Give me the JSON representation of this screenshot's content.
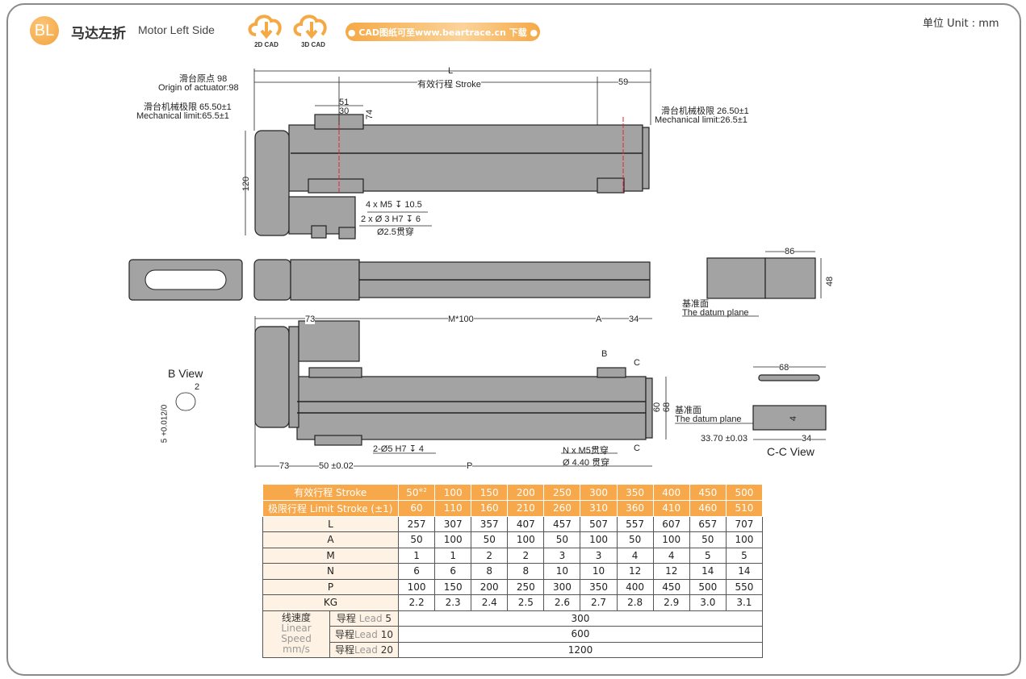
{
  "header": {
    "badge": "BL",
    "title_cn": "马达左折",
    "title_en": "Motor Left Side",
    "cad2d": "2D CAD",
    "cad3d": "3D CAD",
    "download_banner": "● CAD图纸可至www.beartrace.cn 下载 ●",
    "unit": "单位  Unit : mm"
  },
  "colors": {
    "accent": "#f7a84a",
    "body_gray": "#a3a3a3",
    "label_bg": "#fdf2e3"
  },
  "drawing": {
    "dim_L": "L",
    "stroke": "有效行程 Stroke",
    "dim_59": "59",
    "origin_cn": "滑台原点 98",
    "origin_en": "Origin of actuator:98",
    "mech_left_cn": "滑台机械极限 65.50±1",
    "mech_left_en": "Mechanical limit:65.5±1",
    "mech_right_cn": "滑台机械极限 26.50±1",
    "mech_right_en": "Mechanical limit:26.5±1",
    "dim_51": "51",
    "dim_30": "30",
    "dim_74": "74",
    "dim_120": "120",
    "note_m5": "4 x M5 ↧ 10.5",
    "note_pin": "2 x Ø 3 H7 ↧ 6",
    "note_thru": "Ø2.5贯穿",
    "dim_86": "86",
    "dim_48": "48",
    "datum_cn": "基准面",
    "datum_en": "The datum plane",
    "dim_73_top": "73",
    "dim_m100": "M*100",
    "dim_A": "A",
    "dim_34_top": "34",
    "label_B": "B",
    "label_C": "C",
    "dim_60": "60",
    "dim_68_side": "68",
    "note_pin2": "2-Ø5 H7 ↧ 4",
    "note_nm5": "N x M5贯穿",
    "note_440": "Ø 4.40 贯穿",
    "dim_73_bot": "73",
    "dim_50": "50 ±0.02",
    "dim_P": "P",
    "b_view": "B View",
    "b_dim2": "2",
    "b_tol": "5 +0.012/0",
    "dim_68": "68",
    "dim_4": "4",
    "dim_3370": "33.70 ±0.03",
    "dim_34": "34",
    "cc_view": "C-C View"
  },
  "table": {
    "stroke_label": "有效行程  Stroke",
    "stroke_note": "※2",
    "stroke": [
      "50",
      "100",
      "150",
      "200",
      "250",
      "300",
      "350",
      "400",
      "450",
      "500"
    ],
    "limit_label": "极限行程  Limit Stroke (±1)",
    "limit": [
      "60",
      "110",
      "160",
      "210",
      "260",
      "310",
      "360",
      "410",
      "460",
      "510"
    ],
    "rows": [
      {
        "label": "L",
        "values": [
          "257",
          "307",
          "357",
          "407",
          "457",
          "507",
          "557",
          "607",
          "657",
          "707"
        ]
      },
      {
        "label": "A",
        "values": [
          "50",
          "100",
          "50",
          "100",
          "50",
          "100",
          "50",
          "100",
          "50",
          "100"
        ]
      },
      {
        "label": "M",
        "values": [
          "1",
          "1",
          "2",
          "2",
          "3",
          "3",
          "4",
          "4",
          "5",
          "5"
        ]
      },
      {
        "label": "N",
        "values": [
          "6",
          "6",
          "8",
          "8",
          "10",
          "10",
          "12",
          "12",
          "14",
          "14"
        ]
      },
      {
        "label": "P",
        "values": [
          "100",
          "150",
          "200",
          "250",
          "300",
          "350",
          "400",
          "450",
          "500",
          "550"
        ]
      },
      {
        "label": "KG",
        "values": [
          "2.2",
          "2.3",
          "2.4",
          "2.5",
          "2.6",
          "2.7",
          "2.8",
          "2.9",
          "3.0",
          "3.1"
        ]
      }
    ],
    "speed_cn": "线速度",
    "speed_en": "Linear Speed mm/s",
    "speeds": [
      {
        "cn": "导程",
        "lead": "Lead",
        "n": "5",
        "value": "300"
      },
      {
        "cn": "导程",
        "lead": "Lead",
        "n": "10",
        "value": "600"
      },
      {
        "cn": "导程",
        "lead": "Lead",
        "n": "20",
        "value": "1200"
      }
    ]
  }
}
